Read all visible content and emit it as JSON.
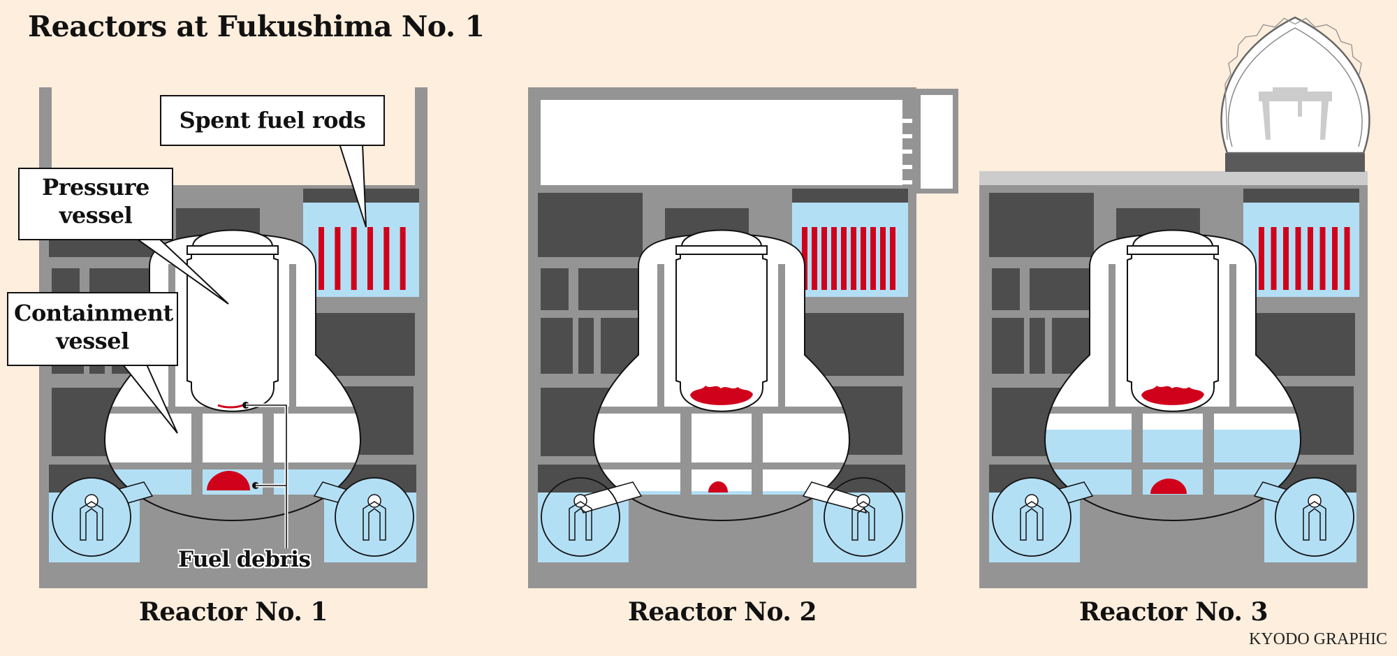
{
  "title": "Reactors at Fukushima No. 1",
  "callouts": {
    "spent_fuel_rods": "Spent fuel rods",
    "pressure_vessel": "Pressure vessel",
    "containment_vessel": "Containment vessel",
    "fuel_debris": "Fuel debris"
  },
  "reactors": [
    {
      "label": "Reactor No. 1",
      "roof": "frame-only",
      "fuel_rods": 6,
      "containment_water": "low",
      "pv_debris": "trace",
      "pedestal_debris": "large"
    },
    {
      "label": "Reactor No. 2",
      "roof": "intact-with-side-structure",
      "fuel_rods": 10,
      "containment_water": "very-low",
      "pv_debris": "partial",
      "pedestal_debris": "small"
    },
    {
      "label": "Reactor No. 3",
      "roof": "dome-cover",
      "fuel_rods": 8,
      "containment_water": "high",
      "pv_debris": "partial",
      "pedestal_debris": "medium"
    }
  ],
  "credit": "KYODO GRAPHIC",
  "colors": {
    "background": "#fdeedd",
    "wall": "#949494",
    "room": "#4d4d4d",
    "water": "#b3dff5",
    "fuel": "#d0021b",
    "vessel": "#ffffff",
    "roof_light": "#cccccc"
  }
}
